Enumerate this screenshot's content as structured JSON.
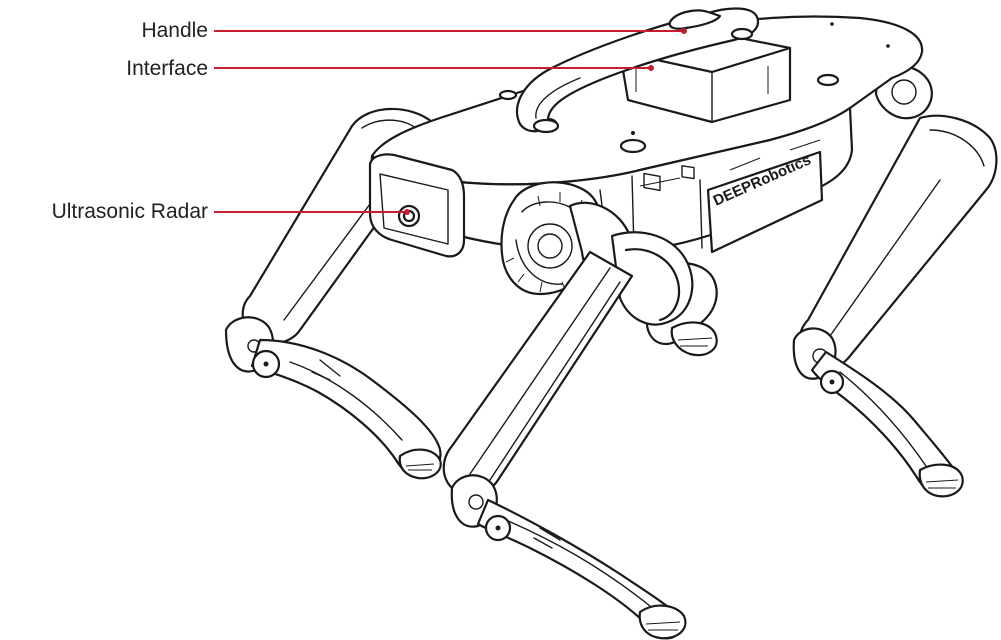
{
  "callouts": [
    {
      "id": "handle",
      "label": "Handle"
    },
    {
      "id": "interface",
      "label": "Interface"
    },
    {
      "id": "ultrasonic-radar",
      "label": "Ultrasonic Radar"
    }
  ],
  "robot": {
    "brand_logo": "DEEPRobotics"
  },
  "colors": {
    "leader_line": "#c41e2e",
    "line_art": "#1a1a1a",
    "label_text": "#222222",
    "background": "#ffffff"
  }
}
